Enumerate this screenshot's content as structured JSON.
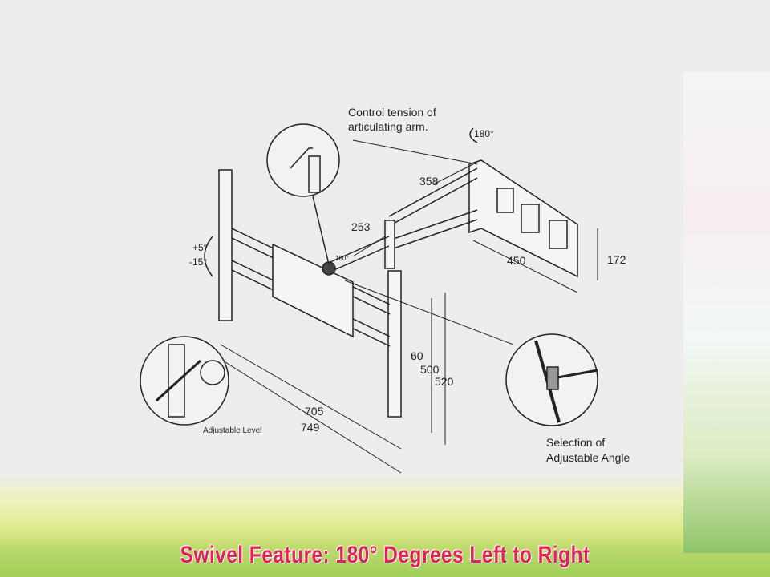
{
  "diagram": {
    "callout_tension": [
      "Control tension of",
      "articulating arm."
    ],
    "swivel_top": "180°",
    "swivel_small": "180°",
    "dim_358": "358",
    "dim_253": "253",
    "tilt_up": "+5°",
    "tilt_down": "-15°",
    "dim_450": "450",
    "dim_172": "172",
    "dim_60": "60",
    "dim_500": "500",
    "dim_520": "520",
    "dim_705": "705",
    "dim_749": "749",
    "adjustable_level": "Adjustable Level",
    "callout_angle": [
      "Selection of",
      "Adjustable Angle"
    ]
  },
  "caption": "Swivel Feature: 180° Degrees Left to Right",
  "colors": {
    "caption": "#e0245a",
    "background": "#ededed",
    "line": "#222222"
  }
}
